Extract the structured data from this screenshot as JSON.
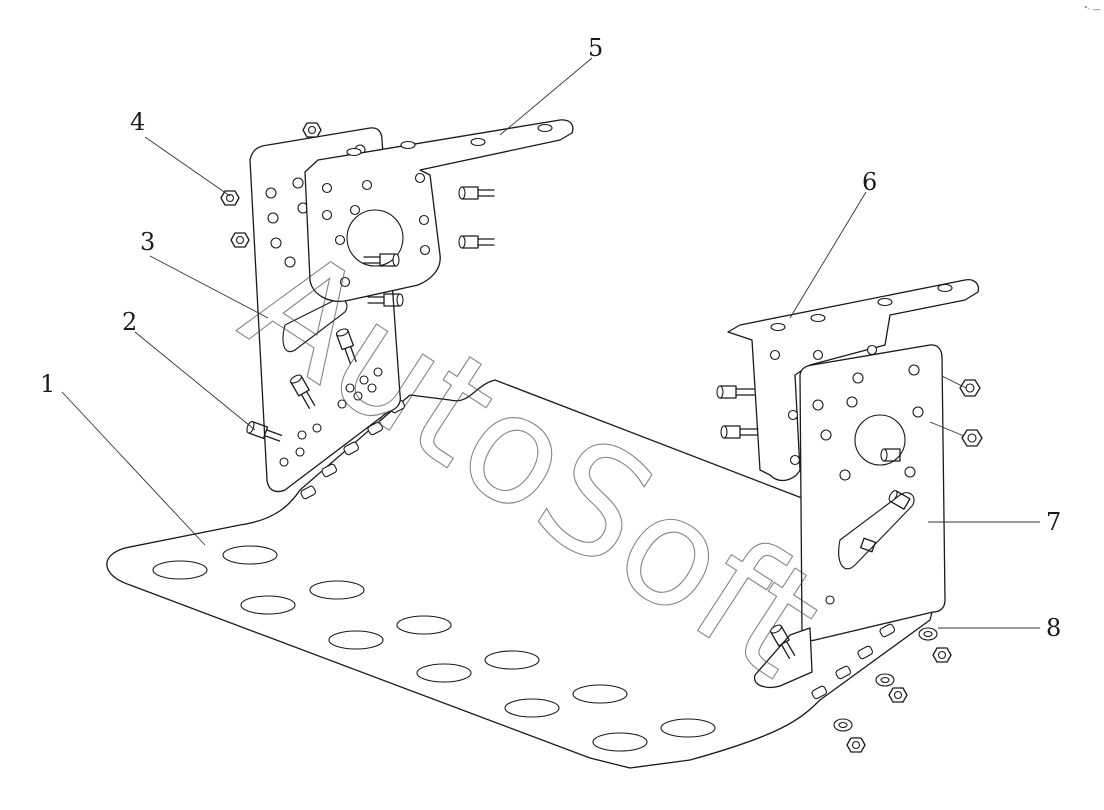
{
  "callouts": [
    "1",
    "2",
    "3",
    "4",
    "5",
    "6",
    "7",
    "8"
  ],
  "watermark": "AutoSoft",
  "corner_mark": "\"· —"
}
